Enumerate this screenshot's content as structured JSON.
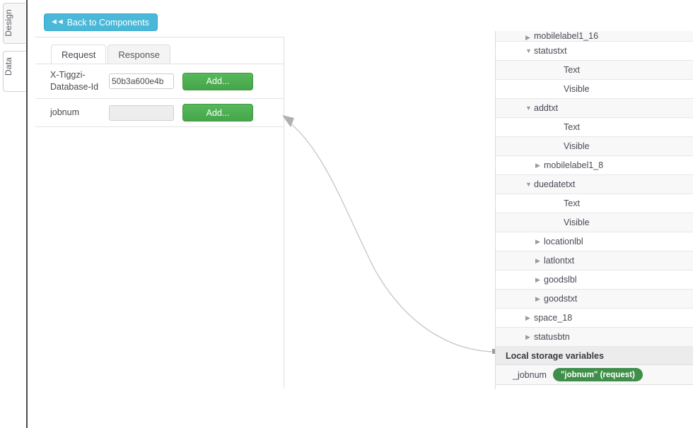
{
  "rail": {
    "tabs": [
      {
        "label": "Design",
        "name": "design"
      },
      {
        "label": "Data",
        "name": "data"
      }
    ]
  },
  "toolbar": {
    "back_label": "Back to Components",
    "back_icon": "rewind-double-left-icon",
    "accent": "#4ab9d9"
  },
  "request_panel": {
    "tabs": [
      {
        "label": "Request",
        "active": true
      },
      {
        "label": "Response",
        "active": false
      }
    ],
    "rows": [
      {
        "label": "X-Tiggzi-Database-Id",
        "value": "50b3a600e4b",
        "placeholder": "",
        "disabled": false,
        "button": "Add..."
      },
      {
        "label": "jobnum",
        "value": "",
        "placeholder": "",
        "disabled": true,
        "button": "Add..."
      }
    ],
    "button_color": "#4caf50"
  },
  "tree": {
    "rows": [
      {
        "label": "mobilelabel1_16",
        "caret": "collapsed",
        "indent": 1,
        "alt": true,
        "clipped": true
      },
      {
        "label": "statustxt",
        "caret": "expanded",
        "indent": 1,
        "alt": false,
        "clipped": false
      },
      {
        "label": "Text",
        "caret": "none",
        "indent": 3,
        "alt": true,
        "clipped": false
      },
      {
        "label": "Visible",
        "caret": "none",
        "indent": 3,
        "alt": false,
        "clipped": false
      },
      {
        "label": "addtxt",
        "caret": "expanded",
        "indent": 1,
        "alt": true,
        "clipped": false
      },
      {
        "label": "Text",
        "caret": "none",
        "indent": 3,
        "alt": false,
        "clipped": false
      },
      {
        "label": "Visible",
        "caret": "none",
        "indent": 3,
        "alt": true,
        "clipped": false
      },
      {
        "label": "mobilelabel1_8",
        "caret": "collapsed",
        "indent": 2,
        "alt": false,
        "clipped": false
      },
      {
        "label": "duedatetxt",
        "caret": "expanded",
        "indent": 1,
        "alt": true,
        "clipped": false
      },
      {
        "label": "Text",
        "caret": "none",
        "indent": 3,
        "alt": false,
        "clipped": false
      },
      {
        "label": "Visible",
        "caret": "none",
        "indent": 3,
        "alt": true,
        "clipped": false
      },
      {
        "label": "locationlbl",
        "caret": "collapsed",
        "indent": 2,
        "alt": false,
        "clipped": false
      },
      {
        "label": "latlontxt",
        "caret": "collapsed",
        "indent": 2,
        "alt": true,
        "clipped": false
      },
      {
        "label": "goodslbl",
        "caret": "collapsed",
        "indent": 2,
        "alt": false,
        "clipped": false
      },
      {
        "label": "goodstxt",
        "caret": "collapsed",
        "indent": 2,
        "alt": true,
        "clipped": false
      },
      {
        "label": "space_18",
        "caret": "collapsed",
        "indent": 1,
        "alt": false,
        "clipped": false
      },
      {
        "label": "statusbtn",
        "caret": "collapsed",
        "indent": 1,
        "alt": true,
        "clipped": false
      }
    ],
    "section_title": "Local storage variables",
    "variable": {
      "name": "_jobnum",
      "badge": "\"jobnum\" (request)",
      "badge_color": "#3f8f4a"
    }
  }
}
